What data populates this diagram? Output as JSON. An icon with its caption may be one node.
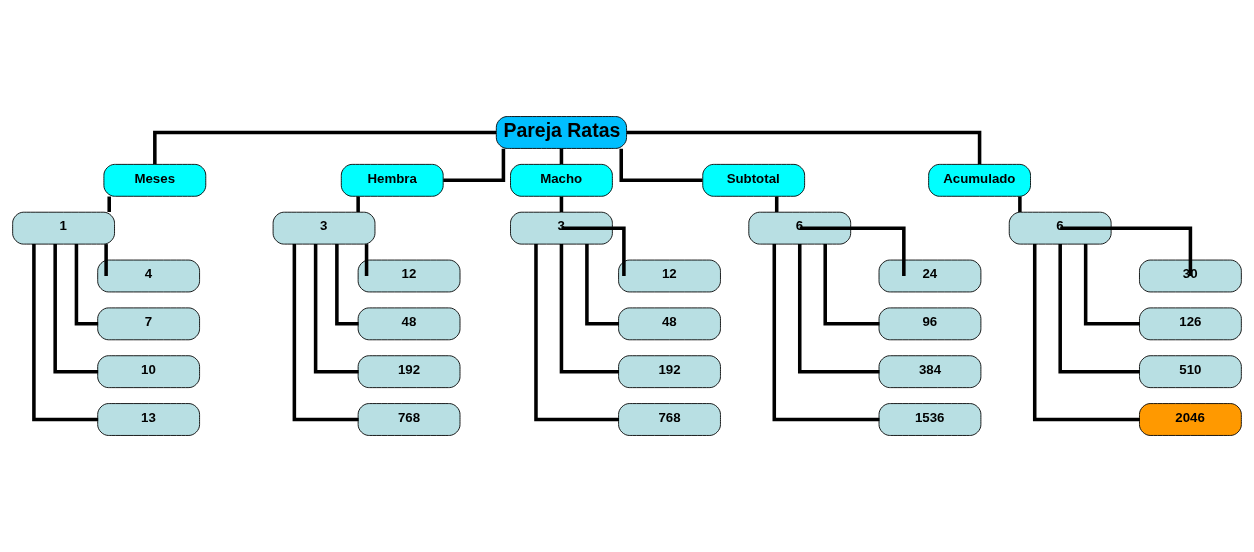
{
  "diagram": {
    "nodes": [
      {
        "text": [
          "Pareja Ratas"
        ]
      },
      {
        "text": [
          "Meses"
        ]
      },
      {
        "text": [
          "Hembra"
        ]
      },
      {
        "text": [
          "Macho"
        ]
      },
      {
        "text": [
          "Subtotal"
        ]
      },
      {
        "text": [
          "Acumulado"
        ]
      },
      {
        "text": [
          "1"
        ]
      },
      {
        "text": [
          "4"
        ]
      },
      {
        "text": [
          "7"
        ]
      },
      {
        "text": [
          "10"
        ]
      },
      {
        "text": [
          "13"
        ]
      },
      {
        "text": [
          "3"
        ]
      },
      {
        "text": [
          "12"
        ]
      },
      {
        "text": [
          "48"
        ]
      },
      {
        "text": [
          "192"
        ]
      },
      {
        "text": [
          "768"
        ]
      },
      {
        "text": [
          "3"
        ]
      },
      {
        "text": [
          "12"
        ]
      },
      {
        "text": [
          "48"
        ]
      },
      {
        "text": [
          "192"
        ]
      },
      {
        "text": [
          "768"
        ]
      },
      {
        "text": [
          "6"
        ]
      },
      {
        "text": [
          "24"
        ]
      },
      {
        "text": [
          "96"
        ]
      },
      {
        "text": [
          "384"
        ]
      },
      {
        "text": [
          "1536"
        ]
      },
      {
        "text": [
          "6"
        ]
      },
      {
        "text": [
          "30"
        ]
      },
      {
        "text": [
          "126"
        ]
      },
      {
        "text": [
          "510"
        ]
      },
      {
        "text": [
          "2046"
        ]
      }
    ],
    "edges": [
      {
        "from": 0,
        "to": 1,
        "arrow": "none"
      },
      {
        "from": 0,
        "to": 2,
        "arrow": "none"
      },
      {
        "from": 0,
        "to": 3,
        "arrow": "none"
      },
      {
        "from": 0,
        "to": 4,
        "arrow": "none"
      },
      {
        "from": 0,
        "to": 5,
        "arrow": "none"
      },
      {
        "from": 1,
        "to": 6,
        "arrow": "none"
      },
      {
        "from": 6,
        "to": 7,
        "arrow": "none"
      },
      {
        "from": 6,
        "to": 8,
        "arrow": "none"
      },
      {
        "from": 6,
        "to": 9,
        "arrow": "none"
      },
      {
        "from": 6,
        "to": 10,
        "arrow": "none"
      },
      {
        "from": 2,
        "to": 11,
        "arrow": "none"
      },
      {
        "from": 11,
        "to": 12,
        "arrow": "none"
      },
      {
        "from": 11,
        "to": 13,
        "arrow": "none"
      },
      {
        "from": 11,
        "to": 14,
        "arrow": "none"
      },
      {
        "from": 11,
        "to": 15,
        "arrow": "none"
      },
      {
        "from": 3,
        "to": 16,
        "arrow": "none"
      },
      {
        "from": 16,
        "to": 17,
        "arrow": "none"
      },
      {
        "from": 16,
        "to": 18,
        "arrow": "none"
      },
      {
        "from": 16,
        "to": 19,
        "arrow": "none"
      },
      {
        "from": 16,
        "to": 20,
        "arrow": "none"
      },
      {
        "from": 4,
        "to": 21,
        "arrow": "none"
      },
      {
        "from": 21,
        "to": 22,
        "arrow": "none"
      },
      {
        "from": 21,
        "to": 23,
        "arrow": "none"
      },
      {
        "from": 21,
        "to": 24,
        "arrow": "none"
      },
      {
        "from": 21,
        "to": 25,
        "arrow": "none"
      },
      {
        "from": 5,
        "to": 26,
        "arrow": "none"
      },
      {
        "from": 26,
        "to": 27,
        "arrow": "none"
      },
      {
        "from": 26,
        "to": 28,
        "arrow": "none"
      },
      {
        "from": 26,
        "to": 29,
        "arrow": "none"
      },
      {
        "from": 26,
        "to": 30,
        "arrow": "none"
      }
    ]
  }
}
